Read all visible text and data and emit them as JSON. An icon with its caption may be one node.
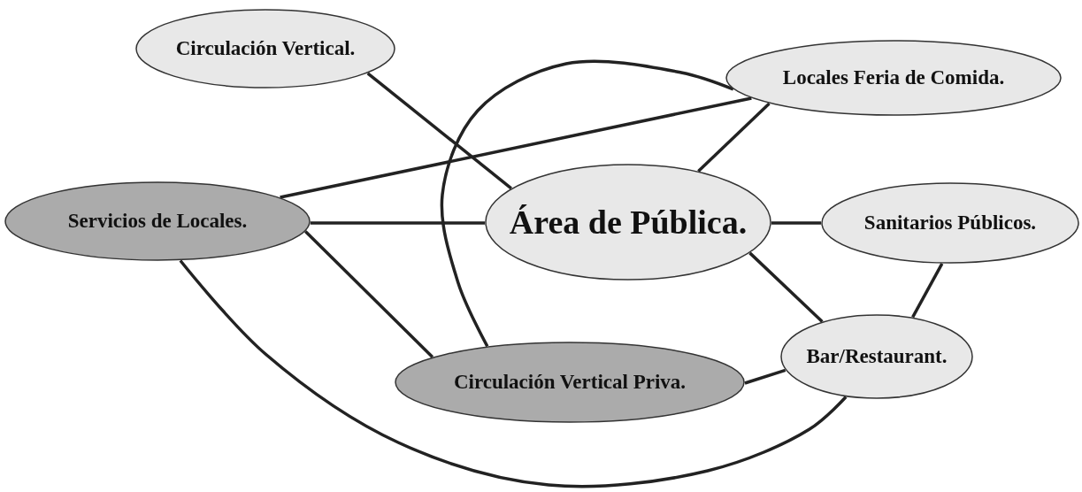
{
  "diagram": {
    "nodes": [
      {
        "text": [
          "Circulación Vertical."
        ]
      },
      {
        "text": [
          "Locales Feria de Comida."
        ]
      },
      {
        "text": [
          "Servicios de Locales."
        ]
      },
      {
        "text": [
          "Área de Pública."
        ]
      },
      {
        "text": [
          "Sanitarios Públicos."
        ]
      },
      {
        "text": [
          "Bar/Restaurant."
        ]
      },
      {
        "text": [
          "Circulación Vertical Priva."
        ]
      }
    ],
    "edges": [
      {
        "from": 0,
        "to": 3,
        "arrow": "none"
      },
      {
        "from": 1,
        "to": 3,
        "arrow": "none"
      },
      {
        "from": 2,
        "to": 1,
        "arrow": "none"
      },
      {
        "from": 2,
        "to": 3,
        "arrow": "none"
      },
      {
        "from": 3,
        "to": 4,
        "arrow": "none"
      },
      {
        "from": 2,
        "to": 6,
        "arrow": "none"
      },
      {
        "from": 3,
        "to": 5,
        "arrow": "none"
      },
      {
        "from": 4,
        "to": 5,
        "arrow": "none"
      },
      {
        "from": 6,
        "to": 5,
        "arrow": "none"
      },
      {
        "from": 6,
        "to": 1,
        "arrow": "none"
      },
      {
        "from": 2,
        "to": 5,
        "arrow": "none"
      }
    ]
  }
}
